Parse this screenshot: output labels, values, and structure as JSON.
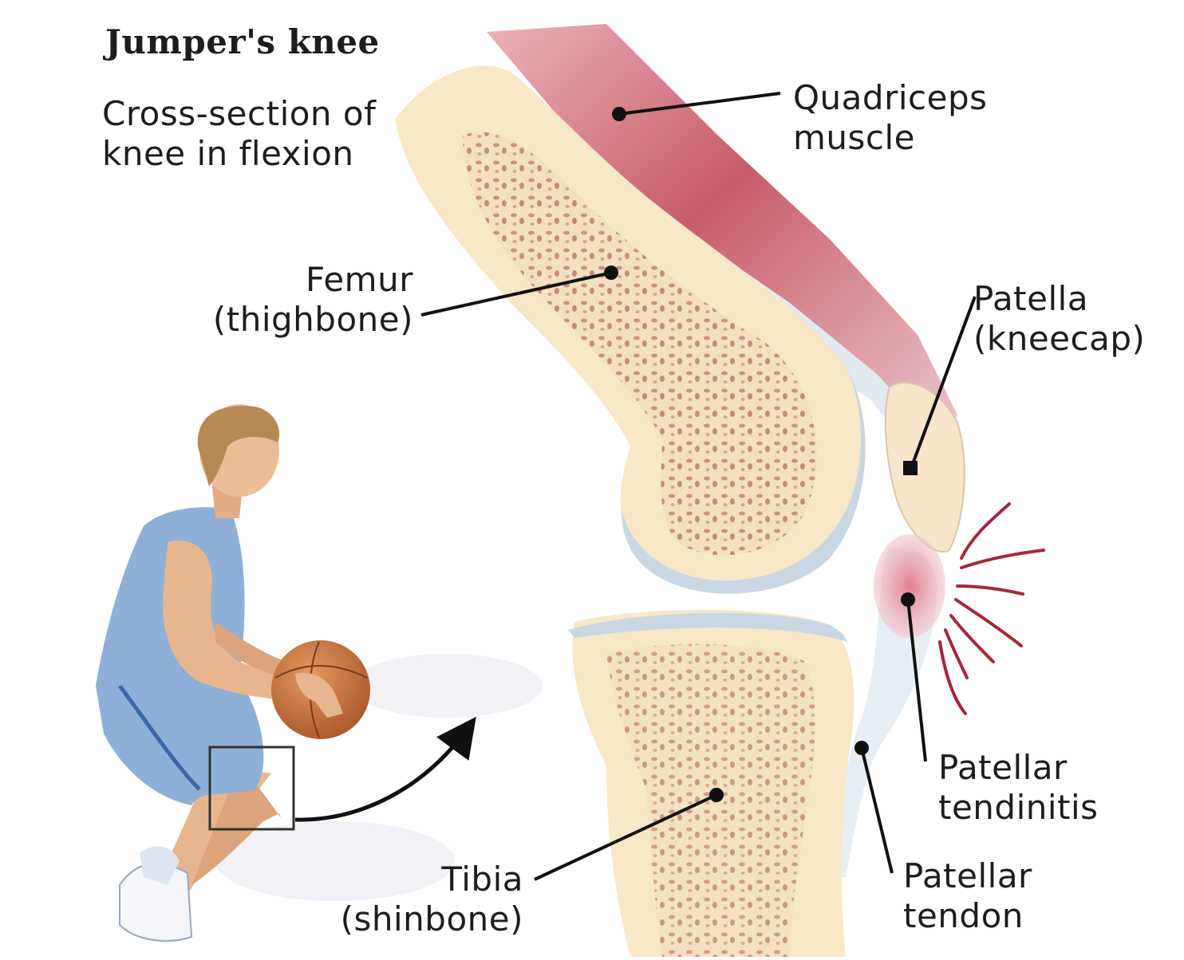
{
  "title": "Jumper's knee",
  "subtitle": "Cross-section of\nknee in flexion",
  "labels": {
    "quadriceps": "Quadriceps\nmuscle",
    "femur": "Femur\n(thighbone)",
    "patella": "Patella\n(kneecap)",
    "patellar_tendinitis": "Patellar\ntendinitis",
    "patellar_tendon": "Patellar\ntendon",
    "tibia": "Tibia\n(shinbone)"
  },
  "colors": {
    "bone": "#f7e8c8",
    "marrow": "#b86a5e",
    "muscle": "#c24a5a",
    "cartilage": "#c9d7e3",
    "inflammation": "#a3283c",
    "jersey": "#8fb0d6",
    "ball": "#c8703a",
    "skin": "#e8b68e",
    "hair": "#b58a52",
    "leader": "#111111"
  }
}
